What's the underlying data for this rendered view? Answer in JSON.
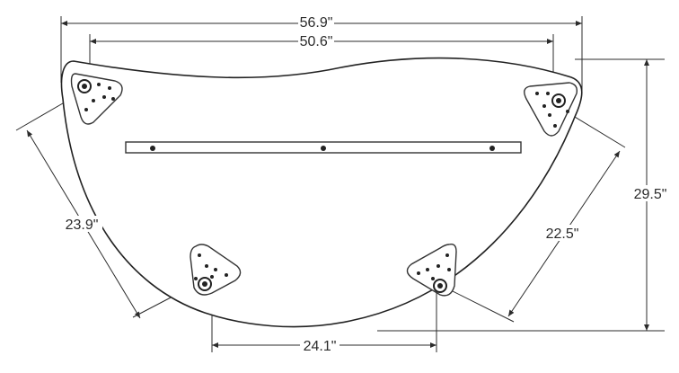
{
  "dimensions": {
    "overall_width": "56.9\"",
    "foot_span": "50.6\"",
    "depth": "29.5\"",
    "left_foot_diagonal": "23.9\"",
    "right_foot_diagonal": "22.5\"",
    "bottom_foot_span": "24.1\""
  }
}
